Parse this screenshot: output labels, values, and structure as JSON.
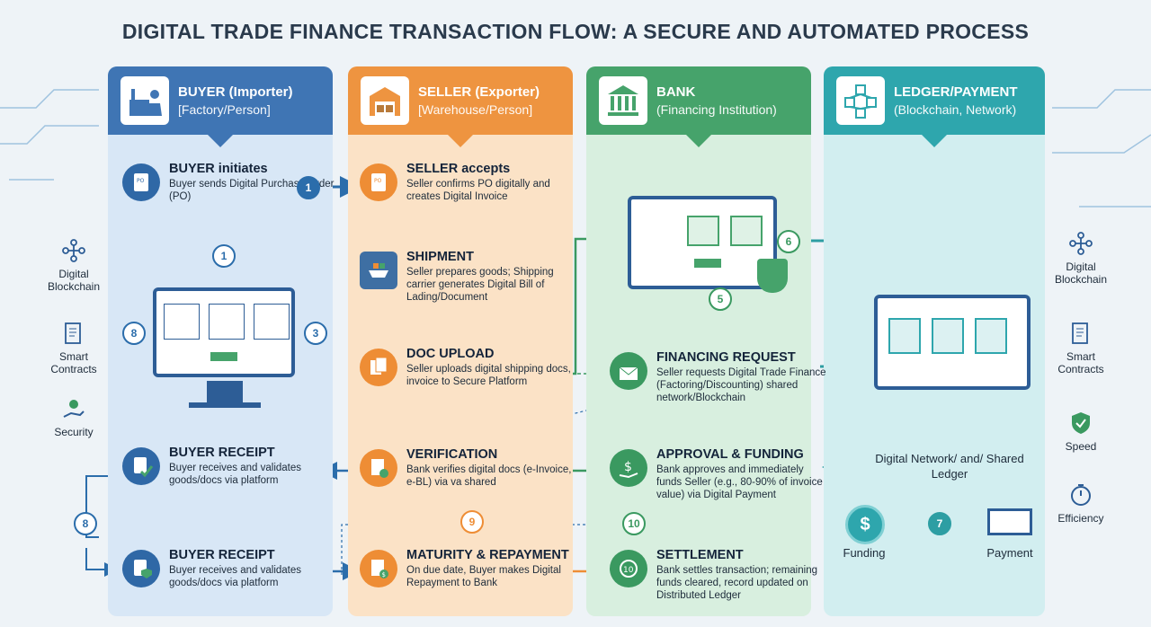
{
  "title": "DIGITAL TRADE FINANCE TRANSACTION FLOW: A SECURE AND AUTOMATED PROCESS",
  "columns": {
    "buyer": {
      "role": "BUYER (Importer)",
      "sub": "[Factory/Person]",
      "icon": "factory-person-icon"
    },
    "seller": {
      "role": "SELLER (Exporter)",
      "sub": "[Warehouse/Person]",
      "icon": "warehouse-icon"
    },
    "bank": {
      "role": "BANK",
      "sub": "(Financing Institution)",
      "icon": "bank-building-icon"
    },
    "ledger": {
      "role": "LEDGER/PAYMENT",
      "sub": "(Blockchain, Network)",
      "icon": "blockchain-network-icon"
    }
  },
  "steps": {
    "buyer_initiates": {
      "title": "BUYER initiates",
      "desc": "Buyer sends Digital Purchase Order (PO)"
    },
    "buyer_receipt_1": {
      "title": "BUYER RECEIPT",
      "desc": "Buyer receives and validates goods/docs via platform"
    },
    "buyer_receipt_2": {
      "title": "BUYER RECEIPT",
      "desc": "Buyer receives and validates goods/docs via platform"
    },
    "seller_accepts": {
      "title": "SELLER accepts",
      "desc": "Seller confirms PO digitally and creates Digital Invoice"
    },
    "shipment": {
      "title": "SHIPMENT",
      "desc": "Seller prepares goods; Shipping carrier generates Digital Bill of Lading/Document"
    },
    "doc_upload": {
      "title": "DOC UPLOAD",
      "desc": "Seller uploads digital shipping docs, invoice to Secure Platform"
    },
    "verification": {
      "title": "VERIFICATION",
      "desc": "Bank verifies digital docs (e-Invoice, e-BL) via va shared"
    },
    "maturity": {
      "title": "MATURITY & REPAYMENT",
      "desc": "On due date, Buyer makes Digital Repayment to Bank"
    },
    "financing_request": {
      "title": "FINANCING REQUEST",
      "desc": "Seller requests Digital Trade Finance (Factoring/Discounting) shared network/Blockchain"
    },
    "approval": {
      "title": "APPROVAL & FUNDING",
      "desc": "Bank approves and immediately funds Seller (e.g., 80-90% of invoice value) via Digital Payment"
    },
    "settlement": {
      "title": "SETTLEMENT",
      "desc": "Bank settles transaction; remaining funds cleared, record updated on Distributed Ledger"
    }
  },
  "numbers": {
    "n1a": "1",
    "n1b": "1",
    "n8a": "8",
    "n3": "3",
    "n8b": "8",
    "n5": "5",
    "n6": "6",
    "n9": "9",
    "n10a": "10",
    "n10b": "10",
    "n7": "7"
  },
  "left_side": [
    {
      "label": "Digital Blockchain",
      "icon": "blockchain-icon"
    },
    {
      "label": "Smart Contracts",
      "icon": "smart-contract-icon"
    },
    {
      "label": "Security",
      "icon": "security-hand-icon"
    }
  ],
  "right_side": [
    {
      "label": "Digital Blockchain",
      "icon": "blockchain-icon"
    },
    {
      "label": "Smart Contracts",
      "icon": "smart-contract-icon"
    },
    {
      "label": "Speed",
      "icon": "shield-check-icon"
    },
    {
      "label": "Efficiency",
      "icon": "stopwatch-icon"
    }
  ],
  "ledger": {
    "network_label": "Digital Network/ and/ Shared Ledger",
    "funding_label": "Funding",
    "payment_label": "Payment"
  },
  "colors": {
    "buyer": "#3f75b4",
    "seller": "#ee9440",
    "bank": "#46a36b",
    "ledger": "#2ea6ad"
  }
}
